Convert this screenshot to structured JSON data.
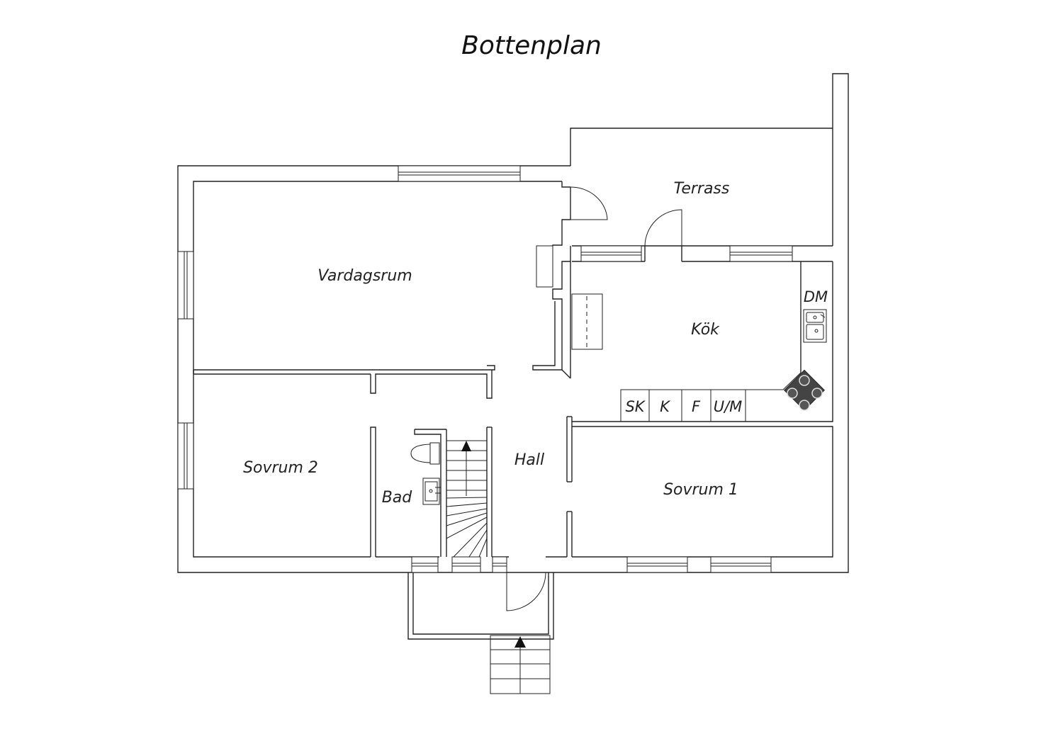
{
  "title": "Bottenplan",
  "rooms": {
    "terrass": "Terrass",
    "vardagsrum": "Vardagsrum",
    "kok": "Kök",
    "sovrum2": "Sovrum 2",
    "sovrum1": "Sovrum 1",
    "hall": "Hall",
    "bad": "Bad"
  },
  "appliances": {
    "dm": "DM",
    "sk": "SK",
    "k": "K",
    "f": "F",
    "um": "U/M"
  },
  "icons": {
    "stair_arrow": "arrow-up-icon",
    "entry_arrow": "arrow-up-icon"
  }
}
